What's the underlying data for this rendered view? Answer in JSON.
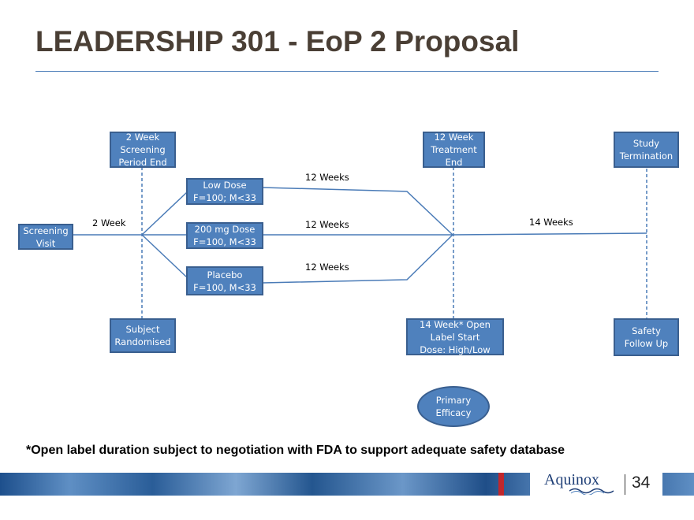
{
  "title": "LEADERSHIP 301 - EoP 2 Proposal",
  "boxes": {
    "screening_visit": [
      "Screening",
      "Visit"
    ],
    "screening_period_end": [
      "2 Week",
      "Screening",
      "Period End"
    ],
    "subject_randomised": [
      "Subject",
      "Randomised"
    ],
    "low_dose": [
      "Low Dose",
      "F=100; M<33"
    ],
    "dose_200mg": [
      "200 mg Dose",
      "F=100, M<33"
    ],
    "placebo": [
      "Placebo",
      "F=100, M<33"
    ],
    "treatment_end": [
      "12 Week",
      "Treatment",
      "End"
    ],
    "open_label_start": [
      "14 Week* Open",
      "Label Start",
      "Dose: High/Low"
    ],
    "primary_efficacy": [
      "Primary",
      "Efficacy"
    ],
    "study_termination": [
      "Study",
      "Termination"
    ],
    "safety_follow_up": [
      "Safety",
      "Follow Up"
    ]
  },
  "edge_labels": {
    "screening_duration": "2 Week",
    "low_dose_duration": "12 Weeks",
    "dose_200mg_duration": "12 Weeks",
    "placebo_duration": "12 Weeks",
    "open_label_duration": "14 Weeks"
  },
  "footnote": "*Open label duration subject to negotiation with FDA to support adequate safety database",
  "footer": {
    "logo": "Aquinox",
    "page_number": "34"
  },
  "colors": {
    "box_fill": "#4f81bd",
    "box_border": "#3a5f8f",
    "line": "#4a7bb7",
    "title": "#4a3f35"
  }
}
